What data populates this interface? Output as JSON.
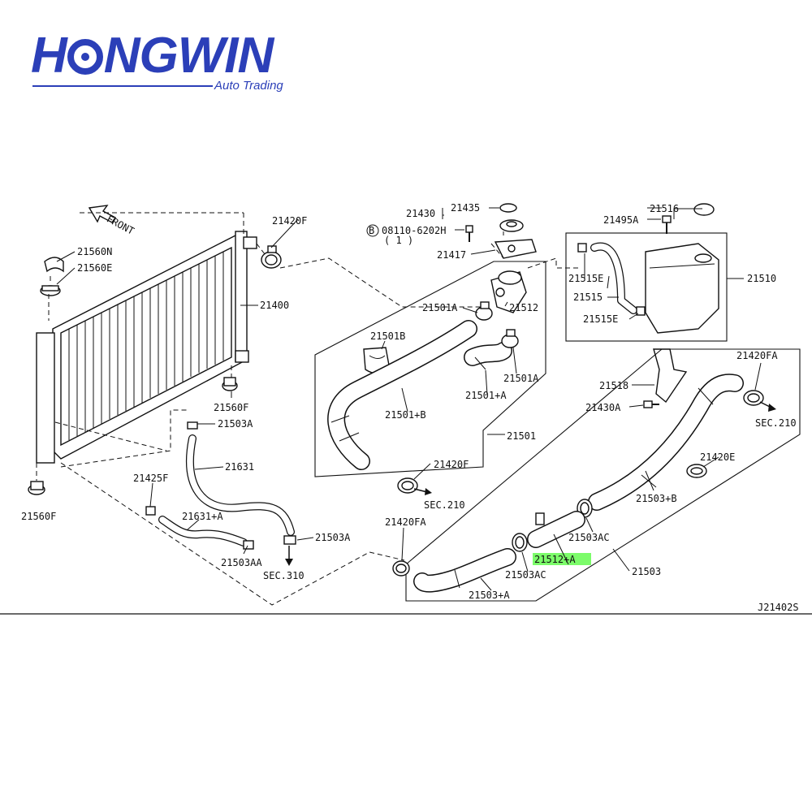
{
  "logo": {
    "brand_prefix": "H",
    "brand_suffix": "NGWIN",
    "tagline": "Auto Trading",
    "brand_color": "#2b3fb8",
    "icon": "wheel-icon"
  },
  "diagram": {
    "front_label": "FRONT",
    "footer_code": "J21402S",
    "highlight_color": "#7CFC6A",
    "bolt_spec_line1": "08110-6202H",
    "bolt_spec_line2": "( 1 )",
    "bolt_spec_circle": "B",
    "labels": [
      "21420F",
      "21560N",
      "21560E",
      "21400",
      "21560F",
      "21503A",
      "21631",
      "21560F",
      "21425F",
      "21631+A",
      "21503A",
      "21503AA",
      "SEC.310",
      "21430",
      "21435",
      "21417",
      "21501A",
      "21512",
      "21501B",
      "21501A",
      "21501+A",
      "21501+B",
      "21501",
      "21420F",
      "SEC.210",
      "21516",
      "21495A",
      "21510",
      "21515E",
      "21515",
      "21515E",
      "21420FA",
      "21518",
      "21430A",
      "SEC.210",
      "21420E",
      "21503+B",
      "21503AC",
      "21420FA",
      "21512+A",
      "21503AC",
      "21503",
      "21503+A"
    ]
  }
}
